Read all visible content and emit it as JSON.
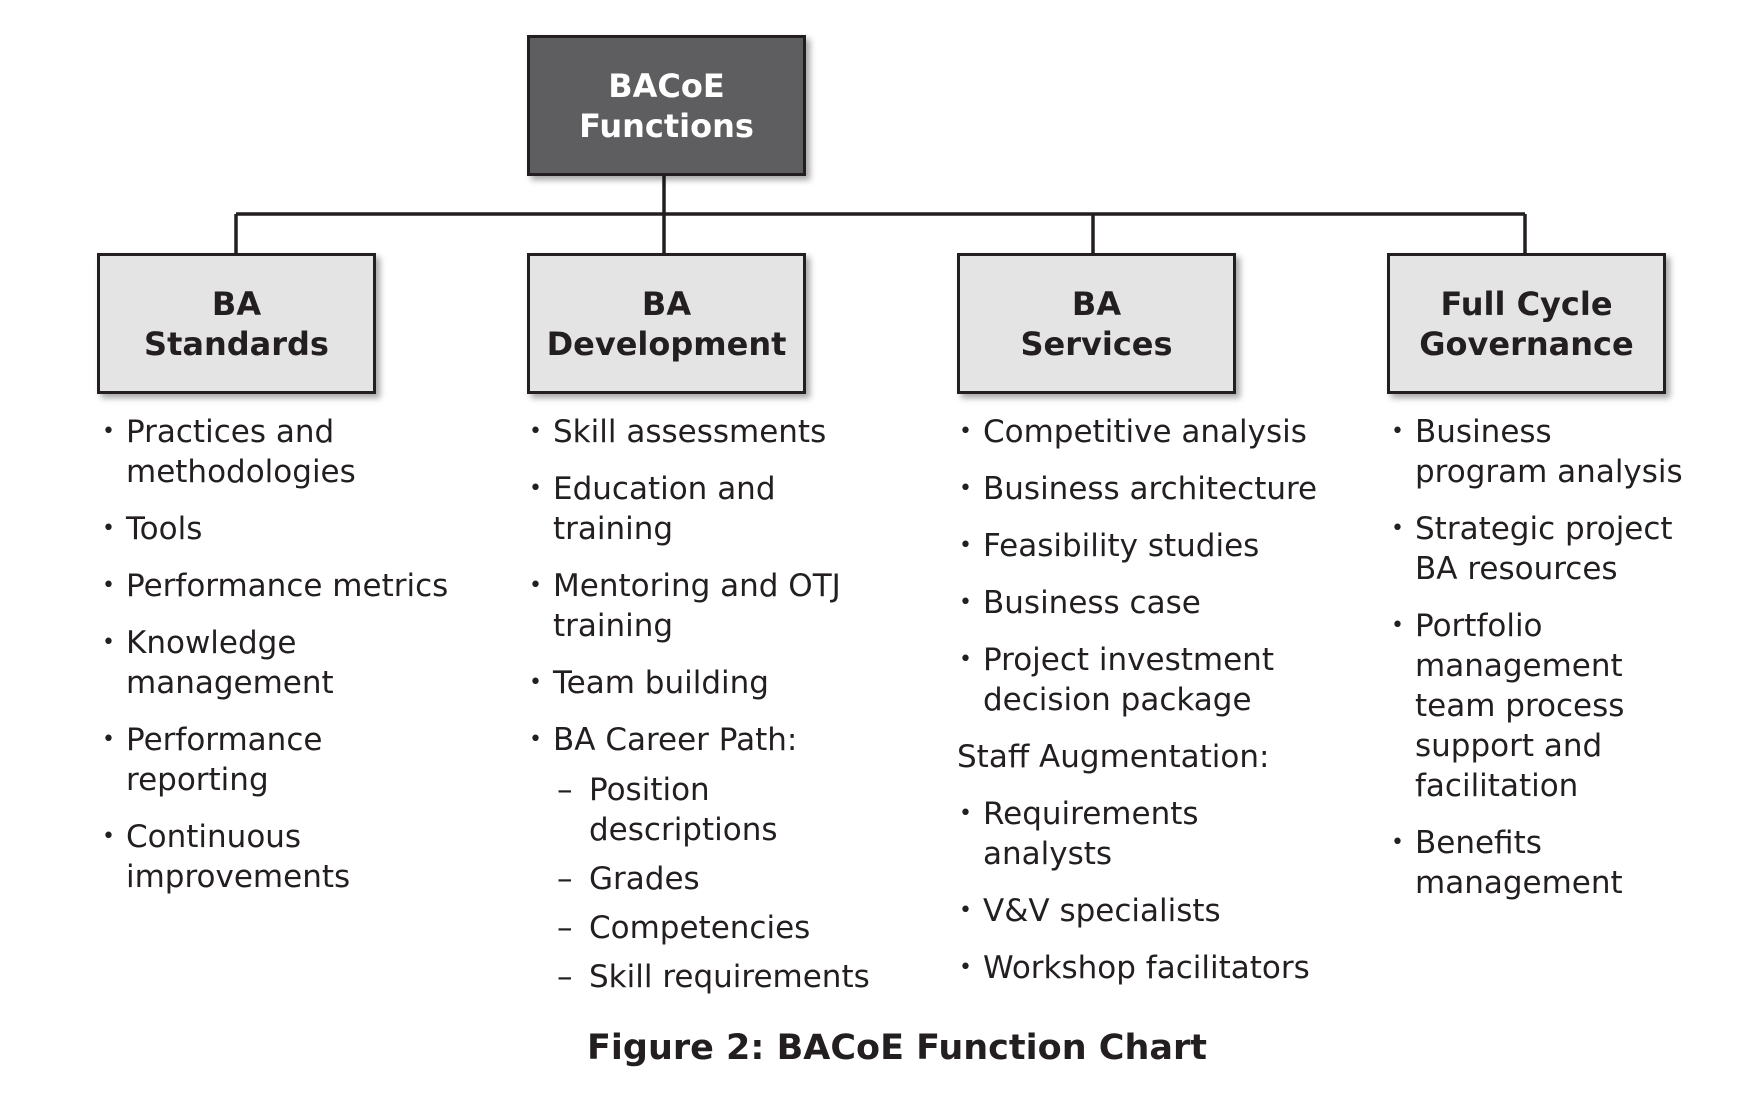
{
  "root": {
    "line1": "BACoE",
    "line2": "Functions"
  },
  "categories": [
    {
      "line1": "BA",
      "line2": "Standards",
      "items": [
        "Practices and methodologies",
        "Tools",
        "Performance metrics",
        "Knowledge management",
        "Performance reporting",
        "Continuous improvements"
      ]
    },
    {
      "line1": "BA",
      "line2": "Development",
      "items": [
        "Skill assessments",
        "Education and training",
        "Mentoring and OTJ training",
        "Team building",
        "BA Career Path:"
      ],
      "subitems": [
        "Position descriptions",
        "Grades",
        "Competencies",
        "Skill requirements"
      ]
    },
    {
      "line1": "BA",
      "line2": "Services",
      "items": [
        "Competitive analysis",
        "Business architecture",
        "Feasibility studies",
        "Business case",
        "Project investment decision package"
      ],
      "section_heading": "Staff Augmentation:",
      "section_items": [
        "Requirements analysts",
        "V&V specialists",
        "Workshop facilitators"
      ]
    },
    {
      "line1": "Full Cycle",
      "line2": "Governance",
      "items": [
        "Business program analysis",
        "Strategic project BA resources",
        "Portfolio management team process support and facilitation",
        "Benefits management"
      ]
    }
  ],
  "caption": "Figure 2: BACoE Function Chart"
}
